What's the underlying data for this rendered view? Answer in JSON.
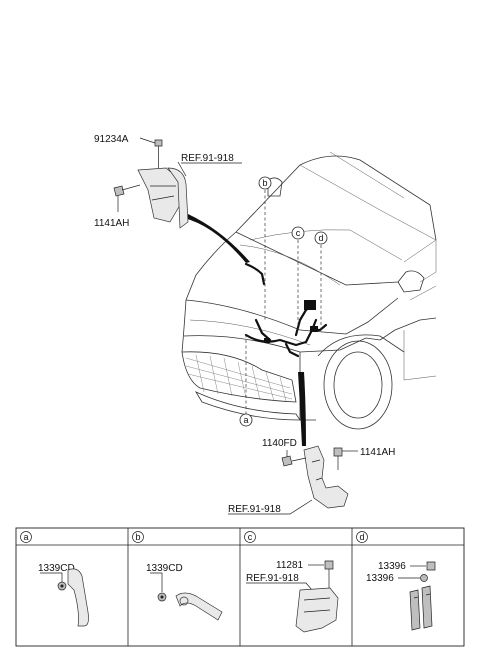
{
  "main_callouts": {
    "bolt_top": "91234A",
    "ref_top": "REF.91-918",
    "bolt_left": "1141AH",
    "bolt_bottom_left": "1140FD",
    "bolt_bottom_right": "1141AH",
    "ref_bottom": "REF.91-918"
  },
  "circle_letters": {
    "a": "a",
    "b": "b",
    "c": "c",
    "d": "d"
  },
  "panels": [
    {
      "letter": "a",
      "labels": [
        "1339CD"
      ]
    },
    {
      "letter": "b",
      "labels": [
        "1339CD"
      ]
    },
    {
      "letter": "c",
      "labels": [
        "11281",
        "REF.91-918"
      ]
    },
    {
      "letter": "d",
      "labels": [
        "13396",
        "13396"
      ]
    }
  ]
}
